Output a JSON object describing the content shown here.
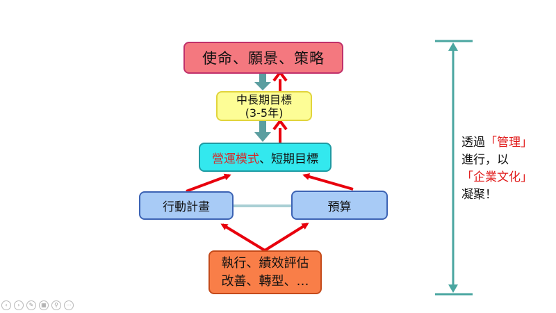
{
  "diagram": {
    "mission": "使命、願景、策略",
    "midterm_line1": "中長期目標",
    "midterm_line2": "(3-5年)",
    "bizmodel_red": "營運模式",
    "bizmodel_rest": "、短期目標",
    "plan": "行動計畫",
    "budget": "預算",
    "execute_line1": "執行、績效評估",
    "execute_line2": "改善、轉型、…"
  },
  "side": {
    "line1_a": "透過",
    "line1_red": "「管理」",
    "line2": "進行，以",
    "line3_red": "「企業文化」",
    "line4": "凝聚！"
  },
  "colors": {
    "arrow_red": "#e8000d",
    "arrow_teal": "#5b9ea0",
    "bracket": "#4aa6a0",
    "connector": "#a9cfd4"
  },
  "nav_icons": [
    "back-icon",
    "forward-icon",
    "pen-icon",
    "slides-icon",
    "zoom-icon",
    "more-icon"
  ]
}
